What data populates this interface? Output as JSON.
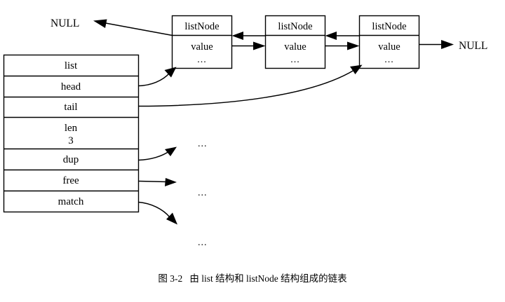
{
  "figure": {
    "caption": "图 3-2   由 list 结构和 listNode 结构组成的链表",
    "background_color": "#ffffff",
    "line_color": "#000000"
  },
  "list_struct": {
    "title": "list",
    "fields": [
      {
        "name": "head",
        "value": ""
      },
      {
        "name": "tail",
        "value": ""
      },
      {
        "name": "len",
        "value": "3"
      },
      {
        "name": "dup",
        "value": ""
      },
      {
        "name": "free",
        "value": ""
      },
      {
        "name": "match",
        "value": ""
      }
    ]
  },
  "nodes": [
    {
      "title": "listNode",
      "value_label": "value",
      "ellipsis": "..."
    },
    {
      "title": "listNode",
      "value_label": "value",
      "ellipsis": "..."
    },
    {
      "title": "listNode",
      "value_label": "value",
      "ellipsis": "..."
    }
  ],
  "terminators": {
    "prev_null": "NULL",
    "next_null": "NULL"
  },
  "callback_targets": {
    "dup": "...",
    "free": "...",
    "match": "..."
  }
}
